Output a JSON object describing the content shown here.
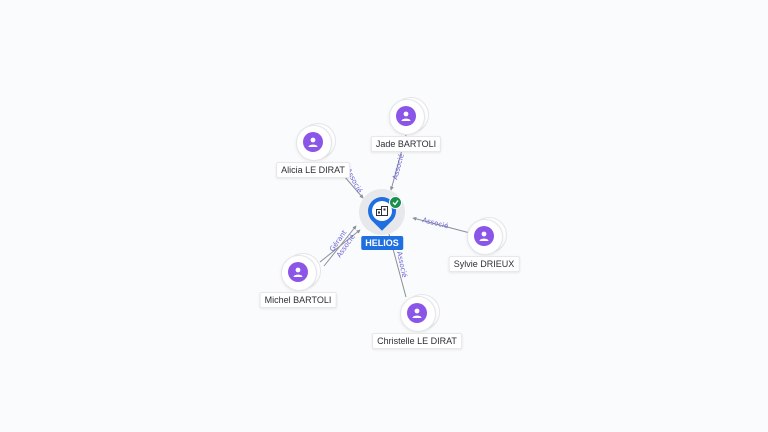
{
  "center": {
    "name": "HELIOS",
    "icon": "building-icon",
    "status_icon": "check-icon",
    "status_color": "#1b8f4f",
    "brand_color": "#1f6fe0"
  },
  "persons": [
    {
      "id": "jade",
      "name": "Jade BARTOLI",
      "edge": "Associé"
    },
    {
      "id": "alicia",
      "name": "Alicia LE DIRAT",
      "edge": "Associé"
    },
    {
      "id": "sylvie",
      "name": "Sylvie DRIEUX",
      "edge": "Associé"
    },
    {
      "id": "michel",
      "name": "Michel BARTOLI",
      "edge": "Gérant",
      "edge2": "Associé"
    },
    {
      "id": "christelle",
      "name": "Christelle LE DIRAT",
      "edge": "Associé"
    }
  ],
  "avatar_color": "#8b55e8"
}
